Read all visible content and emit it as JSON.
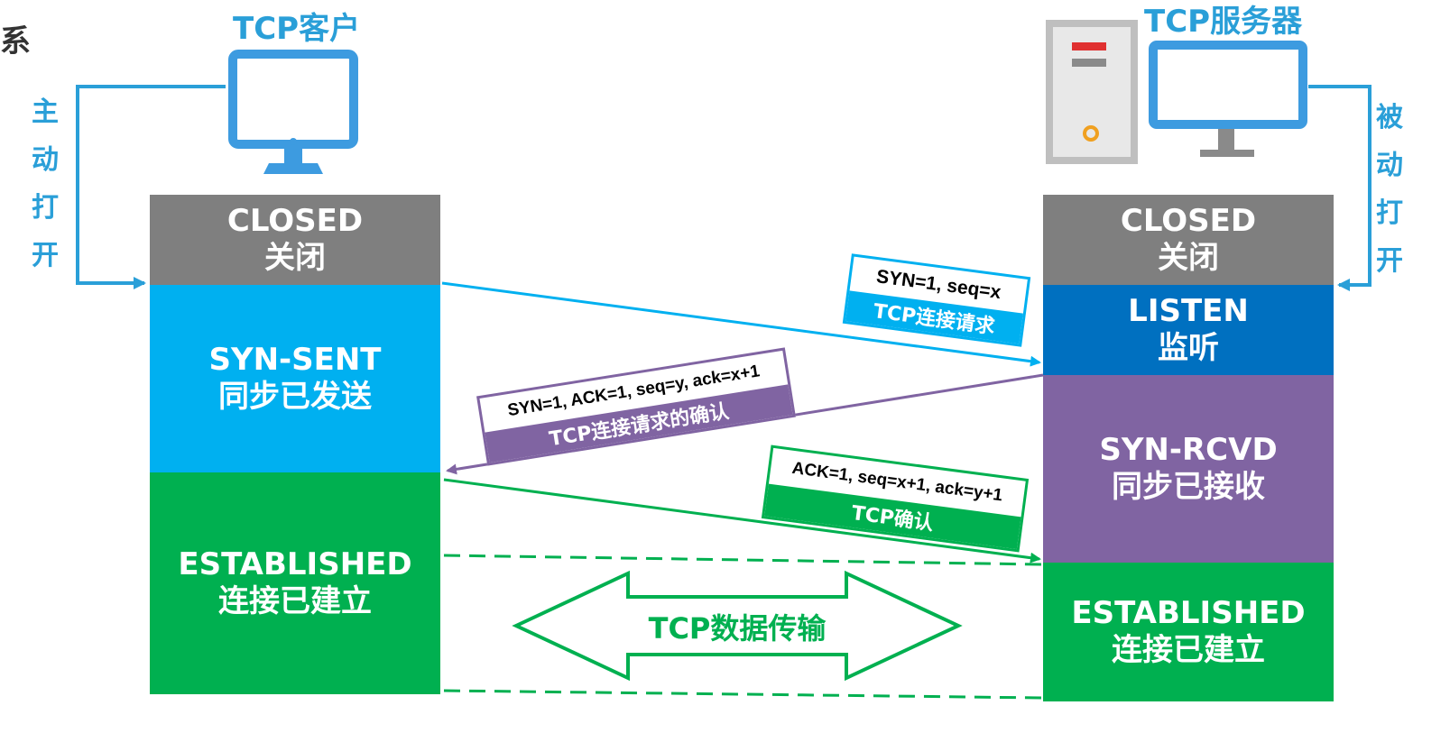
{
  "page": {
    "partial_title": "系"
  },
  "client": {
    "title": "TCP客户",
    "active_open": [
      "主",
      "动",
      "打",
      "开"
    ],
    "states": [
      {
        "en": "CLOSED",
        "zh": "关闭",
        "color": "#7f7f7f"
      },
      {
        "en": "SYN-SENT",
        "zh": "同步已发送",
        "color": "#00b0f0"
      },
      {
        "en": "ESTABLISHED",
        "zh": "连接已建立",
        "color": "#00b050"
      }
    ]
  },
  "server": {
    "title": "TCP服务器",
    "passive_open": [
      "被",
      "动",
      "打",
      "开"
    ],
    "states": [
      {
        "en": "CLOSED",
        "zh": "关闭",
        "color": "#7f7f7f"
      },
      {
        "en": "LISTEN",
        "zh": "监听",
        "color": "#0070c0"
      },
      {
        "en": "SYN-RCVD",
        "zh": "同步已接收",
        "color": "#8064a2"
      },
      {
        "en": "ESTABLISHED",
        "zh": "连接已建立",
        "color": "#00b050"
      }
    ]
  },
  "messages": [
    {
      "fields": "SYN=1, seq=x",
      "desc": "TCP连接请求",
      "color": "#00b0f0"
    },
    {
      "fields": "SYN=1,  ACK=1,  seq=y, ack=x+1",
      "desc": "TCP连接请求的确认",
      "color": "#8064a2"
    },
    {
      "fields": "ACK=1,  seq=x+1, ack=y+1",
      "desc": "TCP确认",
      "color": "#00b050"
    }
  ],
  "data_transfer": {
    "label": "TCP数据传输",
    "color": "#00b050"
  },
  "colors": {
    "accent_blue": "#2a9fd8",
    "computer_blue": "#3d9be0"
  }
}
